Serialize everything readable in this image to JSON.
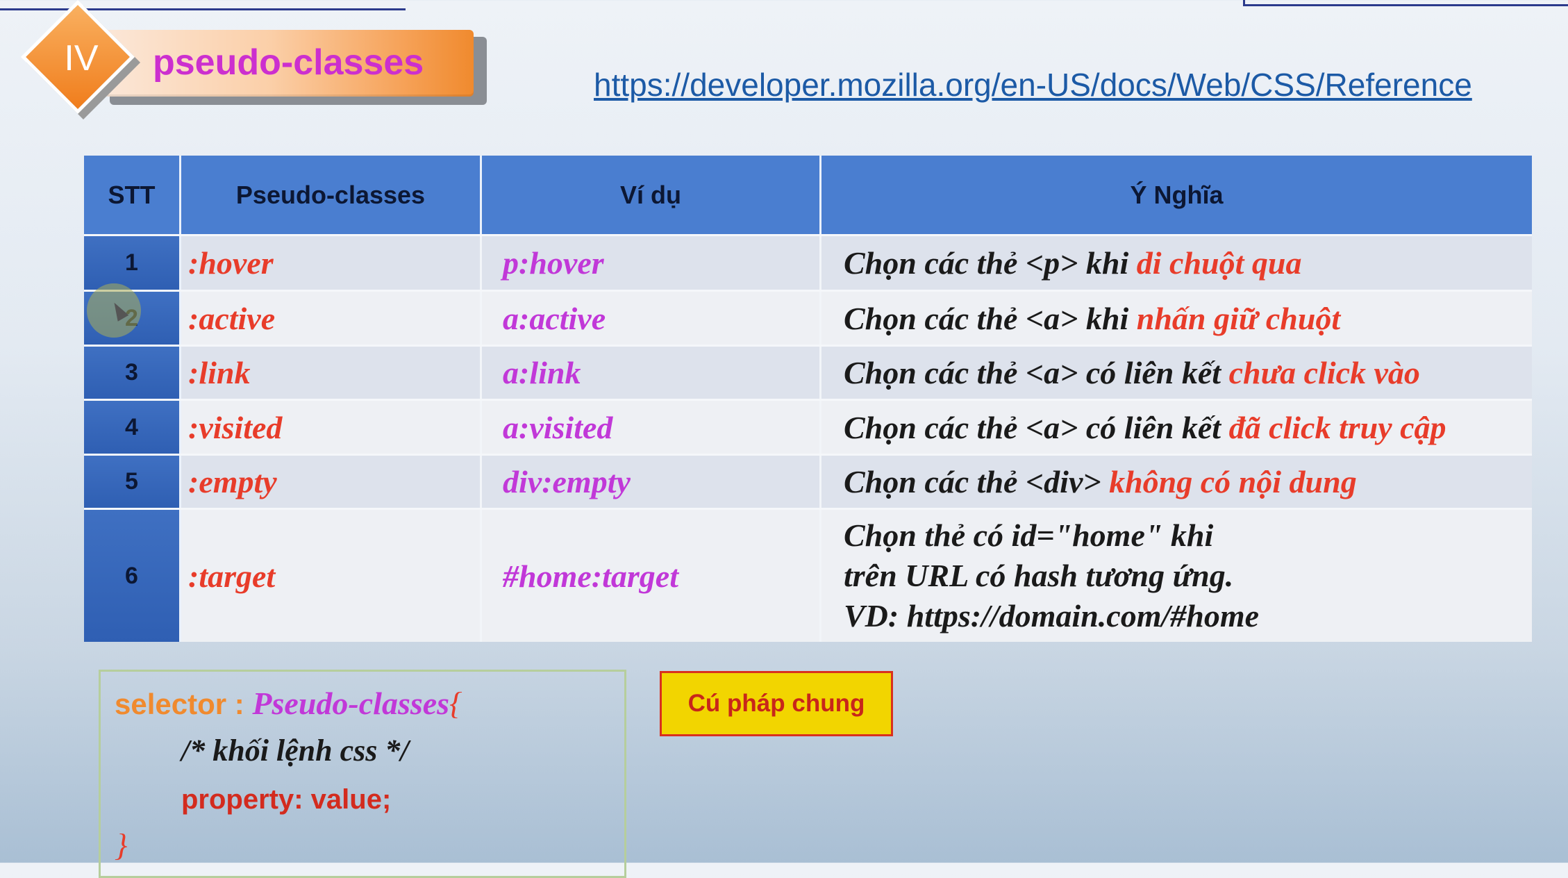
{
  "section": {
    "number": "IV",
    "title": "pseudo-classes",
    "reference_link": "https://developer.mozilla.org/en-US/docs/Web/CSS/Reference"
  },
  "table": {
    "headers": [
      "STT",
      "Pseudo-classes",
      "Ví dụ",
      "Ý Nghĩa"
    ],
    "rows": [
      {
        "stt": "1",
        "pseudo": ":hover",
        "example": "p:hover",
        "meaning_plain": "Chọn các thẻ <p> khi ",
        "meaning_highlight": "di chuột qua"
      },
      {
        "stt": "2",
        "pseudo": ":active",
        "example": "a:active",
        "meaning_plain": "Chọn các thẻ <a> khi ",
        "meaning_highlight": "nhấn giữ chuột"
      },
      {
        "stt": "3",
        "pseudo": ":link",
        "example": "a:link",
        "meaning_plain": "Chọn các thẻ <a> có liên kết ",
        "meaning_highlight": "chưa click vào"
      },
      {
        "stt": "4",
        "pseudo": ":visited",
        "example": "a:visited",
        "meaning_plain": "Chọn các thẻ <a> có liên kết ",
        "meaning_highlight": "đã click truy cập"
      },
      {
        "stt": "5",
        "pseudo": ":empty",
        "example": "div:empty",
        "meaning_plain": "Chọn các thẻ <div> ",
        "meaning_highlight": "không có nội dung"
      },
      {
        "stt": "6",
        "pseudo": ":target",
        "example": "#home:target",
        "meaning_lines": [
          "Chọn thẻ có id=\"home\" khi",
          "trên URL có hash tương ứng.",
          "VD: https://domain.com/#home"
        ]
      }
    ]
  },
  "syntax": {
    "selector": "selector : ",
    "pseudo": "Pseudo-classes",
    "open_brace": "{",
    "comment": "/* khối lệnh css */",
    "property": "property: value;",
    "close_brace": "}",
    "button_label": "Cú pháp chung"
  }
}
